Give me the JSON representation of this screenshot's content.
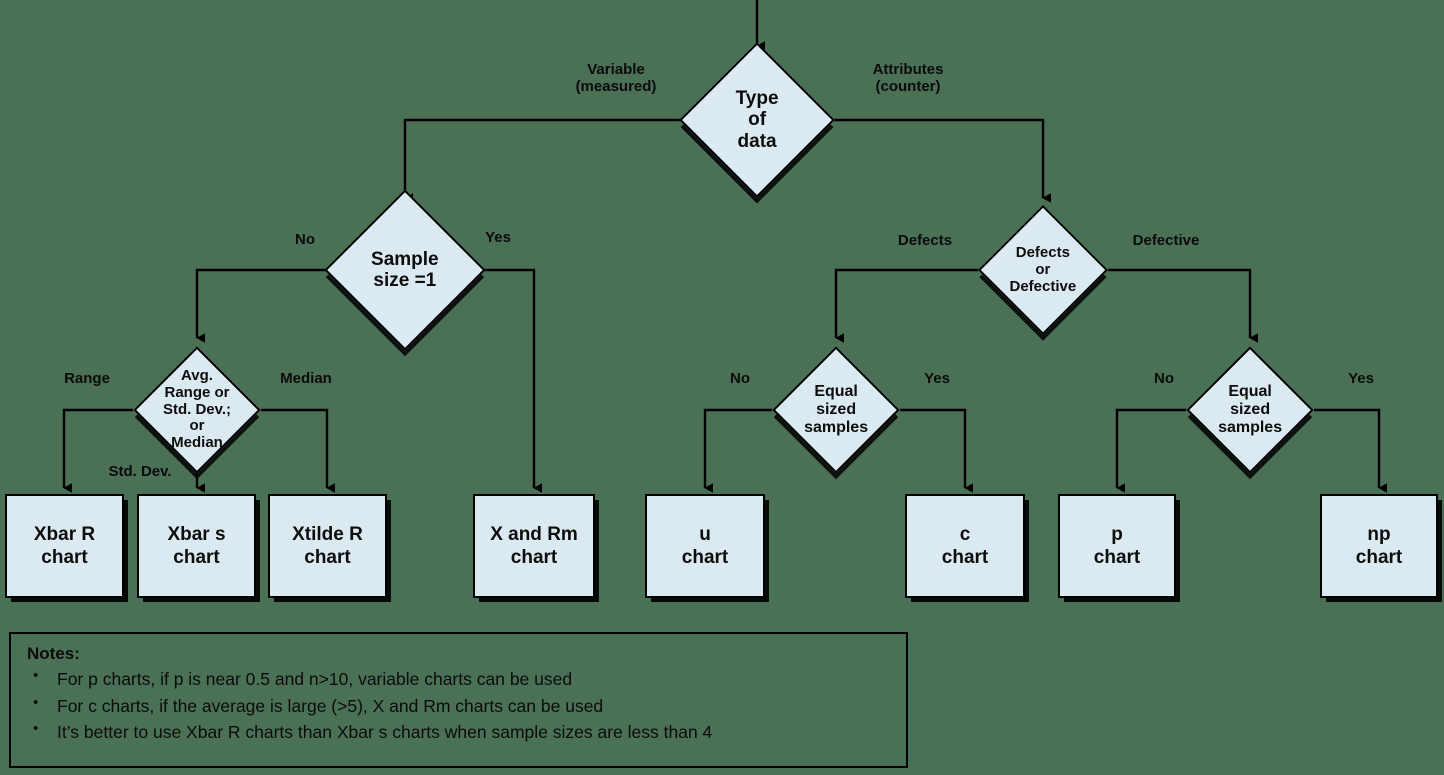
{
  "colors": {
    "background": "#4a7055",
    "node_fill": "#dbeaf1",
    "node_stroke": "#000000",
    "text": "#0b0b0b"
  },
  "decisions": [
    {
      "id": "type-of-data",
      "text": "Type\nof\ndata"
    },
    {
      "id": "sample-size",
      "text": "Sample\nsize =1"
    },
    {
      "id": "avg-range-std-median",
      "text": "Avg.\nRange or\nStd. Dev.;\nor\nMedian"
    },
    {
      "id": "defects-or-defective",
      "text": "Defects\nor\nDefective"
    },
    {
      "id": "equal-sized-samples-left",
      "text": "Equal\nsized\nsamples"
    },
    {
      "id": "equal-sized-samples-right",
      "text": "Equal\nsized\nsamples"
    }
  ],
  "edge_labels": [
    {
      "id": "variable-measured",
      "text": "Variable\n(measured)"
    },
    {
      "id": "attributes-counter",
      "text": "Attributes\n(counter)"
    },
    {
      "id": "sample-no",
      "text": "No"
    },
    {
      "id": "sample-yes",
      "text": "Yes"
    },
    {
      "id": "range",
      "text": "Range"
    },
    {
      "id": "median",
      "text": "Median"
    },
    {
      "id": "std-dev",
      "text": "Std. Dev."
    },
    {
      "id": "defects",
      "text": "Defects"
    },
    {
      "id": "defective",
      "text": "Defective"
    },
    {
      "id": "equal-left-no",
      "text": "No"
    },
    {
      "id": "equal-left-yes",
      "text": "Yes"
    },
    {
      "id": "equal-right-no",
      "text": "No"
    },
    {
      "id": "equal-right-yes",
      "text": "Yes"
    }
  ],
  "charts": [
    {
      "id": "xbar-r-chart",
      "text": "Xbar R\nchart"
    },
    {
      "id": "xbar-s-chart",
      "text": "Xbar s\nchart"
    },
    {
      "id": "xtilde-r-chart",
      "text": "Xtilde R\nchart"
    },
    {
      "id": "x-and-rm-chart",
      "text": "X and Rm\nchart"
    },
    {
      "id": "u-chart",
      "text": "u\nchart"
    },
    {
      "id": "c-chart",
      "text": "c\nchart"
    },
    {
      "id": "p-chart",
      "text": "p\nchart"
    },
    {
      "id": "np-chart",
      "text": "np\nchart"
    }
  ],
  "notes": {
    "title": "Notes:",
    "items": [
      "For p charts, if p is near 0.5 and n>10, variable charts can be used",
      "For c charts, if the average is large (>5), X and Rm charts can be used",
      "It’s better to use Xbar R charts than Xbar s charts when sample sizes are less than 4"
    ]
  }
}
